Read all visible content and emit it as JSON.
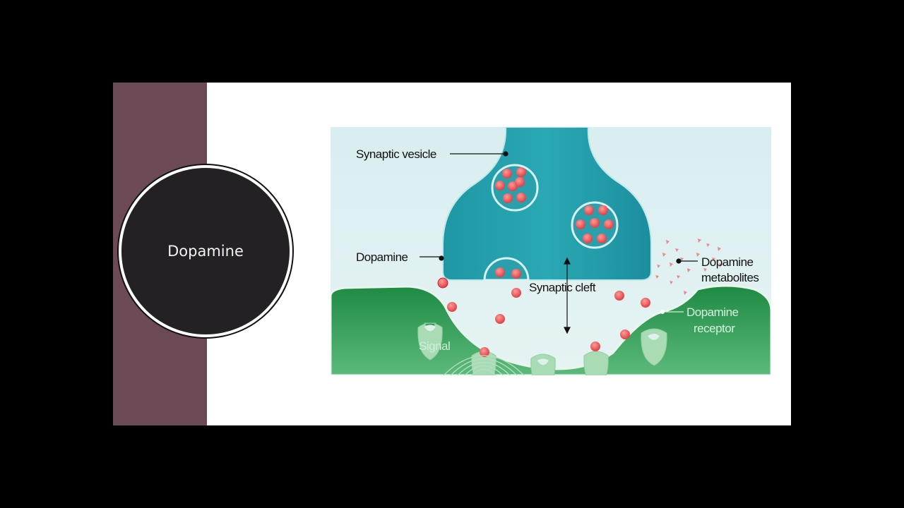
{
  "slide": {
    "title": "Dopamine"
  },
  "diagram": {
    "labels": {
      "synaptic_vesicle": "Synaptic vesicle",
      "dopamine": "Dopamine",
      "synaptic_cleft": "Synaptic cleft",
      "metabolites_line1": "Dopamine",
      "metabolites_line2": "metabolites",
      "receptor_line1": "Dopamine",
      "receptor_line2": "receptor",
      "signal": "Signal"
    }
  }
}
